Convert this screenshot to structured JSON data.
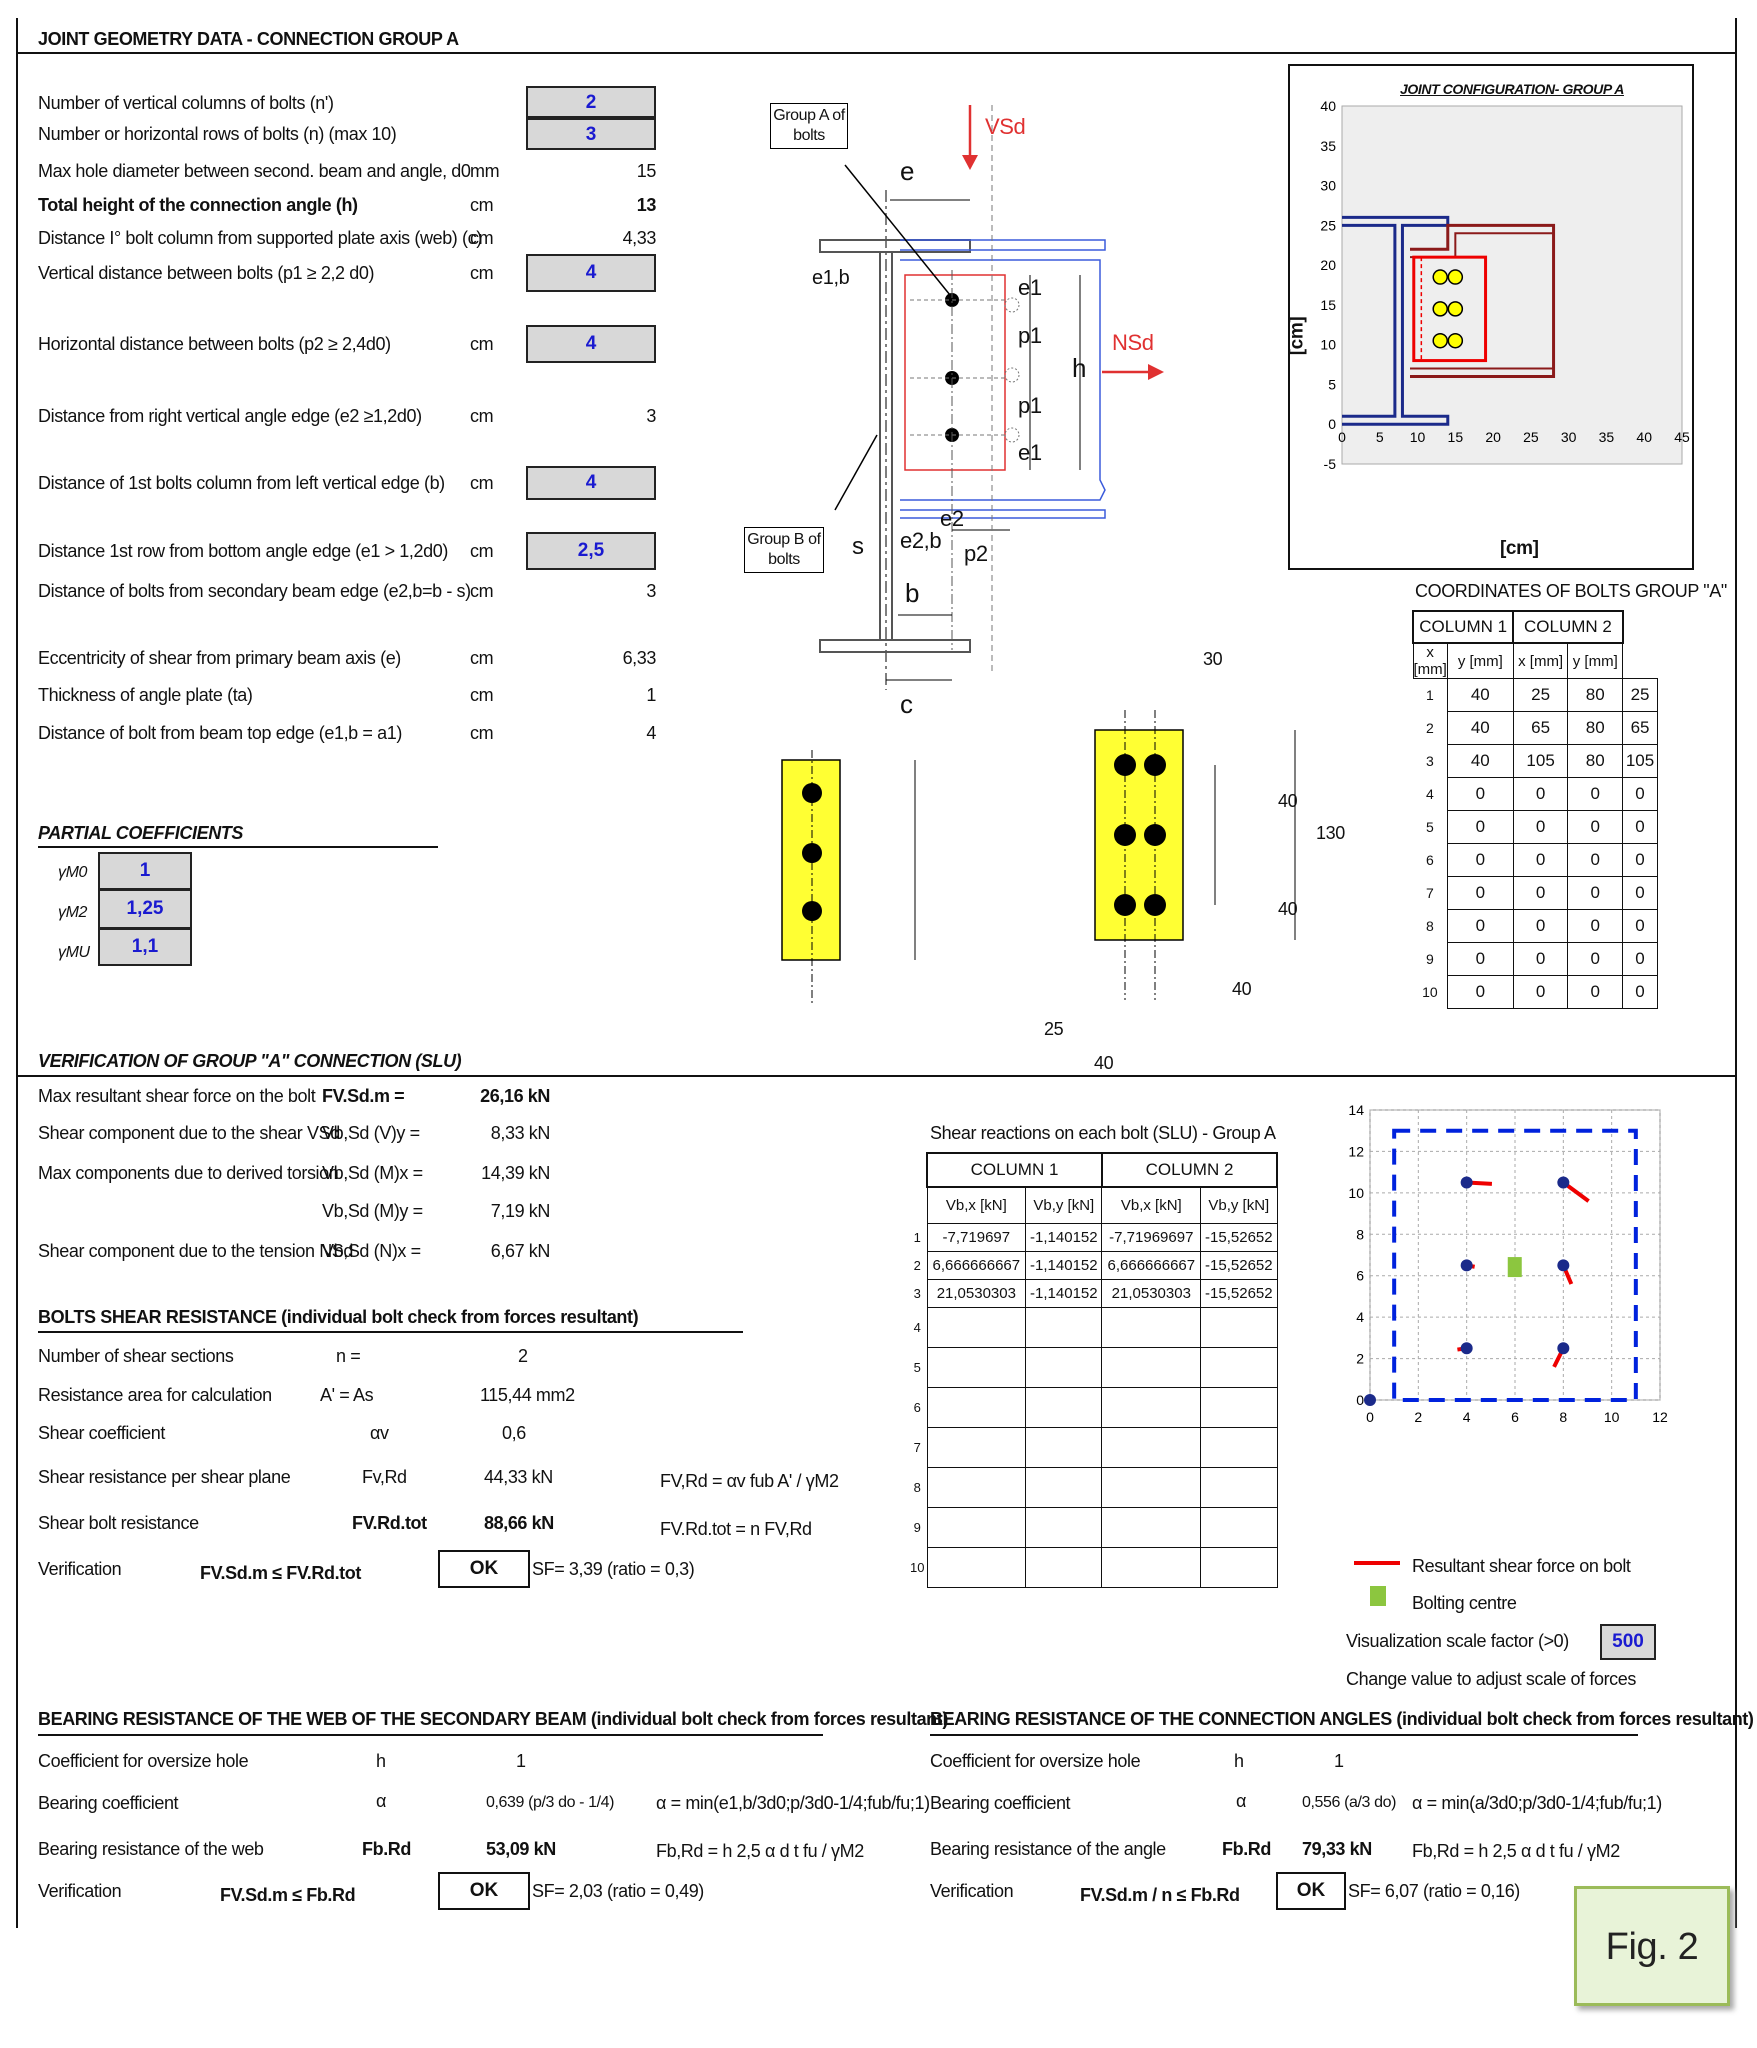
{
  "header": {
    "title": "JOINT GEOMETRY DATA - CONNECTION GROUP A"
  },
  "geometry": {
    "rows": [
      {
        "label": "Number of vertical columns of bolts (n')",
        "unit": "",
        "value": "2",
        "input": true
      },
      {
        "label": "Number or horizontal rows of bolts (n) (max 10)",
        "unit": "",
        "value": "3",
        "input": true
      },
      {
        "label": "Max hole diameter between second. beam and angle, d0",
        "unit": "mm",
        "value": "15",
        "input": false
      },
      {
        "label": "Total height of the connection angle (h)",
        "unit": "cm",
        "value": "13",
        "input": false
      },
      {
        "label": "Distance I° bolt column from supported plate axis (web) (c)",
        "unit": "cm",
        "value": "4,33",
        "input": false
      },
      {
        "label": "Vertical distance between bolts (p1 ≥ 2,2 d0)",
        "unit": "cm",
        "value": "4",
        "input": true
      },
      {
        "label": "Horizontal distance between bolts (p2 ≥ 2,4d0)",
        "unit": "cm",
        "value": "4",
        "input": true
      },
      {
        "label": "Distance from right vertical angle edge (e2 ≥1,2d0)",
        "unit": "cm",
        "value": "3",
        "input": false
      },
      {
        "label": "Distance of 1st bolts column from left vertical edge (b)",
        "unit": "cm",
        "value": "4",
        "input": true
      },
      {
        "label": "Distance 1st row from bottom angle edge (e1 > 1,2d0)",
        "unit": "cm",
        "value": "2,5",
        "input": true
      },
      {
        "label": "Distance of bolts from secondary beam edge (e2,b=b - s)",
        "unit": "cm",
        "value": "3",
        "input": false
      },
      {
        "label": "Eccentricity of shear from primary beam axis (e)",
        "unit": "cm",
        "value": "6,33",
        "input": false
      },
      {
        "label": "Thickness of angle plate (ta)",
        "unit": "cm",
        "value": "1",
        "input": false
      },
      {
        "label": "Distance of bolt from beam top edge (e1,b = a1)",
        "unit": "cm",
        "value": "4",
        "input": false
      }
    ]
  },
  "partial": {
    "title": "PARTIAL COEFFICIENTS",
    "rows": [
      {
        "label": "γM0",
        "value": "1"
      },
      {
        "label": "γM2",
        "value": "1,25"
      },
      {
        "label": "γMU",
        "value": "1,1"
      }
    ]
  },
  "diagram": {
    "groupA": "Group A of bolts",
    "groupB": "Group B of bolts",
    "vsd": "VSd",
    "nsd": "NSd",
    "e": "e",
    "e1b": "e1,b",
    "e1": "e1",
    "p1": "p1",
    "h": "h",
    "s": "s",
    "e2b": "e2,b",
    "e2": "e2",
    "p2": "p2",
    "b": "b",
    "c": "c",
    "dim30": "30",
    "dim40a": "40",
    "dim130": "130",
    "dim40b": "40",
    "dim40c": "40",
    "dim25": "25",
    "dim40d": "40"
  },
  "config_chart": {
    "title": "JOINT CONFIGURATION- GROUP A",
    "xlabel": "[cm]",
    "ylabel": "[cm]",
    "xticks": [
      "0",
      "5",
      "10",
      "15",
      "20",
      "25",
      "30",
      "35",
      "40",
      "45"
    ],
    "yticks": [
      "-5",
      "0",
      "5",
      "10",
      "15",
      "20",
      "25",
      "30",
      "35",
      "40"
    ]
  },
  "coords": {
    "title": "COORDINATES OF BOLTS GROUP \"A\"",
    "col1": "COLUMN 1",
    "col2": "COLUMN 2",
    "sub": [
      "x [mm]",
      "y [mm]",
      "x [mm]",
      "y [mm]"
    ],
    "rows": [
      [
        "1",
        "40",
        "25",
        "80",
        "25"
      ],
      [
        "2",
        "40",
        "65",
        "80",
        "65"
      ],
      [
        "3",
        "40",
        "105",
        "80",
        "105"
      ],
      [
        "4",
        "0",
        "0",
        "0",
        "0"
      ],
      [
        "5",
        "0",
        "0",
        "0",
        "0"
      ],
      [
        "6",
        "0",
        "0",
        "0",
        "0"
      ],
      [
        "7",
        "0",
        "0",
        "0",
        "0"
      ],
      [
        "8",
        "0",
        "0",
        "0",
        "0"
      ],
      [
        "9",
        "0",
        "0",
        "0",
        "0"
      ],
      [
        "10",
        "0",
        "0",
        "0",
        "0"
      ]
    ]
  },
  "verification": {
    "title": "VERIFICATION OF GROUP \"A\" CONNECTION (SLU)",
    "rows": [
      {
        "label": "Max resultant shear force on the bolt",
        "sym": "FV.Sd.m =",
        "value": "26,16 kN"
      },
      {
        "label": "Shear component due to the shear VSd",
        "sym": "Vb,Sd (V)y =",
        "value": "8,33 kN"
      },
      {
        "label": "Max components due to derived torsion",
        "sym": "Vb,Sd (M)x =",
        "value": "14,39 kN"
      },
      {
        "label": "",
        "sym": "Vb,Sd (M)y =",
        "value": "7,19 kN"
      },
      {
        "label": "Shear component due to the tension NSd",
        "sym": "Vb,Sd (N)x =",
        "value": "6,67 kN"
      }
    ]
  },
  "shear_res": {
    "title": "BOLTS SHEAR RESISTANCE (individual bolt check from forces resultant)",
    "rows": [
      {
        "label": "Number of shear sections",
        "sym": "n =",
        "value": "2",
        "formula": ""
      },
      {
        "label": "Resistance area for calculation",
        "sym": "A' = As",
        "value": "115,44 mm2",
        "formula": ""
      },
      {
        "label": "Shear coefficient",
        "sym": "αv",
        "value": "0,6",
        "formula": ""
      },
      {
        "label": "Shear resistance per shear plane",
        "sym": "Fv,Rd",
        "value": "44,33 kN",
        "formula": "FV,Rd = αv fub A' / γM2"
      },
      {
        "label": "Shear bolt resistance",
        "sym": "FV.Rd.tot",
        "value": "88,66 kN",
        "formula": "FV.Rd.tot = n FV,Rd"
      }
    ],
    "verif_label": "Verification",
    "verif_sym": "FV.Sd.m ≤ FV.Rd.tot",
    "ok": "OK",
    "sf": "SF= 3,39 (ratio = 0,3)"
  },
  "reactions": {
    "title": "Shear reactions on each bolt (SLU) - Group A",
    "col1": "COLUMN 1",
    "col2": "COLUMN 2",
    "sub": [
      "Vb,x [kN]",
      "Vb,y [kN]",
      "Vb,x [kN]",
      "Vb,y [kN]"
    ],
    "rows": [
      [
        "1",
        "-7,719697",
        "-1,140152",
        "-7,71969697",
        "-15,52652"
      ],
      [
        "2",
        "6,666666667",
        "-1,140152",
        "6,666666667",
        "-15,52652"
      ],
      [
        "3",
        "21,0530303",
        "-1,140152",
        "21,0530303",
        "-15,52652"
      ],
      [
        "4",
        "",
        "",
        "",
        ""
      ],
      [
        "5",
        "",
        "",
        "",
        ""
      ],
      [
        "6",
        "",
        "",
        "",
        ""
      ],
      [
        "7",
        "",
        "",
        "",
        ""
      ],
      [
        "8",
        "",
        "",
        "",
        ""
      ],
      [
        "9",
        "",
        "",
        "",
        ""
      ],
      [
        "10",
        "",
        "",
        "",
        ""
      ]
    ]
  },
  "force_chart": {
    "xticks": [
      "0",
      "2",
      "4",
      "6",
      "8",
      "10",
      "12"
    ],
    "yticks": [
      "0",
      "2",
      "4",
      "6",
      "8",
      "10",
      "12",
      "14"
    ],
    "legend1": "Resultant shear force on bolt",
    "legend2": "Bolting centre",
    "scale_label": "Visualization scale factor (>0)",
    "scale_value": "500",
    "scale_hint": "Change value to adjust scale of forces"
  },
  "bearing_web": {
    "title": "BEARING RESISTANCE OF THE WEB OF THE SECONDARY BEAM (individual bolt check from forces resultant)",
    "rows": [
      {
        "label": "Coefficient for oversize hole",
        "sym": "h",
        "value": "1",
        "formula": ""
      },
      {
        "label": "Bearing coefficient",
        "sym": "α",
        "value": "0,639 (p/3 do - 1/4)",
        "formula": "α = min(e1,b/3d0;p/3d0-1/4;fub/fu;1)"
      },
      {
        "label": "Bearing resistance of the web",
        "sym": "Fb.Rd",
        "value": "53,09 kN",
        "formula": "Fb,Rd = h 2,5 α d t fu / γM2"
      }
    ],
    "verif_label": "Verification",
    "verif_sym": "FV.Sd.m ≤ Fb.Rd",
    "ok": "OK",
    "sf": "SF= 2,03 (ratio = 0,49)"
  },
  "bearing_angle": {
    "title": "BEARING RESISTANCE OF THE CONNECTION ANGLES (individual bolt check from forces resultant)",
    "rows": [
      {
        "label": "Coefficient for oversize hole",
        "sym": "h",
        "value": "1",
        "formula": ""
      },
      {
        "label": "Bearing coefficient",
        "sym": "α",
        "value": "0,556 (a/3 do)",
        "formula": "α = min(a/3d0;p/3d0-1/4;fub/fu;1)"
      },
      {
        "label": "Bearing resistance of the angle",
        "sym": "Fb.Rd",
        "value": "79,33 kN",
        "formula": "Fb,Rd = h 2,5 α d t fu / γM2"
      }
    ],
    "verif_label": "Verification",
    "verif_sym": "FV.Sd.m / n ≤ Fb.Rd",
    "ok": "OK",
    "sf": "SF= 6,07 (ratio = 0,16)"
  },
  "figure_label": "Fig. 2"
}
